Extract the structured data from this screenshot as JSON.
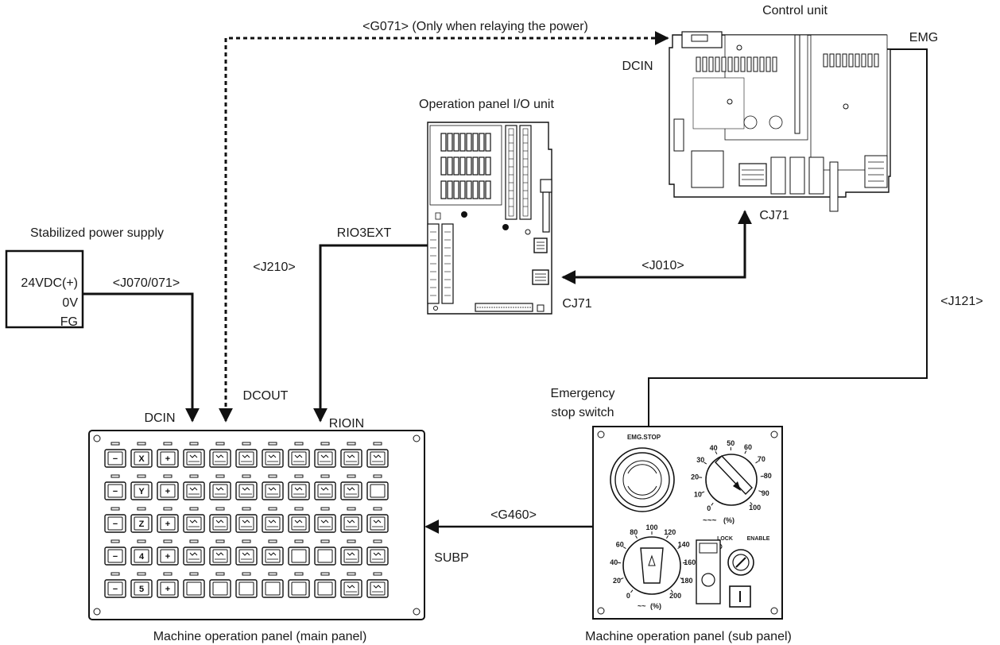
{
  "labels": {
    "control_unit": "Control unit",
    "emg": "EMG",
    "dcin_top": "DCIN",
    "g071": "<G071> (Only when relaying the power)",
    "op_io_unit": "Operation panel I/O unit",
    "cj71_top": "CJ71",
    "stabilized_power": "Stabilized power supply",
    "v24": "24VDC(+)",
    "v0": "0V",
    "fg": "FG",
    "j070": "<J070/071>",
    "j210": "<J210>",
    "rio3ext": "RIO3EXT",
    "j010": "<J010>",
    "cj71_io": "CJ71",
    "j121": "<J121>",
    "dcout": "DCOUT",
    "dcin_main": "DCIN",
    "rioin": "RIOIN",
    "emergency_stop": [
      "Emergency",
      "stop switch"
    ],
    "g460": "<G460>",
    "subp": "SUBP",
    "main_panel": "Machine operation panel (main panel)",
    "sub_panel": "Machine operation panel (sub panel)"
  },
  "sub_panel": {
    "emg_stop": "EMG.STOP",
    "lock": "LOCK",
    "enable": "ENABLE",
    "spindle_scale": [
      "0",
      "10",
      "20",
      "30",
      "40",
      "50",
      "60",
      "70",
      "80",
      "90",
      "100"
    ],
    "feed_scale": [
      "0",
      "20",
      "40",
      "60",
      "80",
      "100",
      "120",
      "140",
      "160",
      "180",
      "200"
    ],
    "wave_pct": "(%)"
  },
  "main_panel_keys": {
    "row1": [
      "−",
      "X",
      "+"
    ],
    "row2": [
      "−",
      "Y",
      "+"
    ],
    "row3": [
      "−",
      "Z",
      "+"
    ],
    "row4": [
      "−",
      "4",
      "+"
    ],
    "row5": [
      "−",
      "5",
      "+"
    ]
  },
  "colors": {
    "line": "#111111",
    "background": "#ffffff"
  }
}
